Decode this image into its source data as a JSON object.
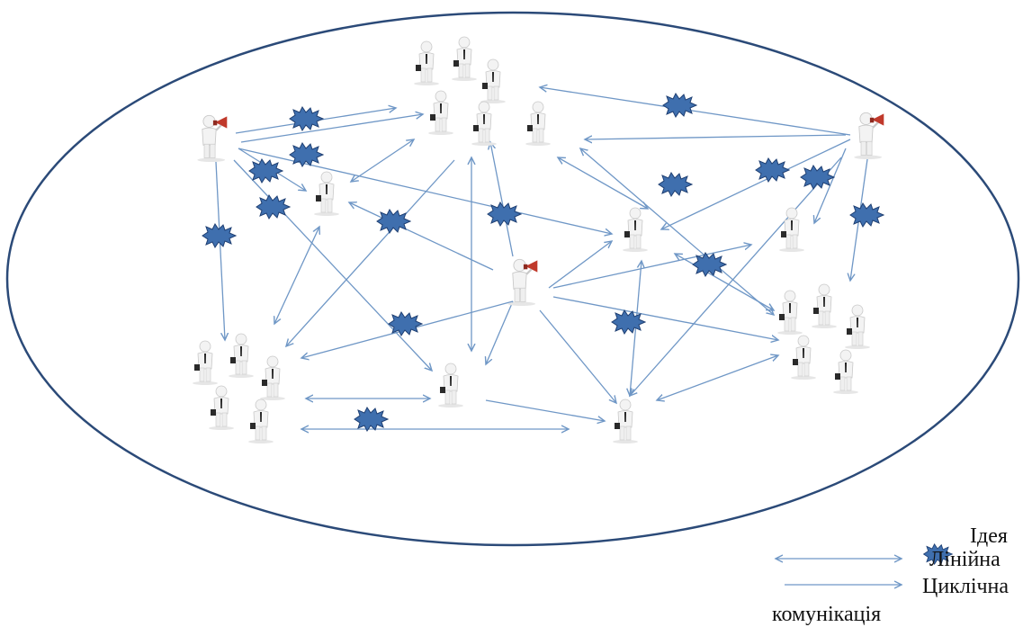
{
  "diagram": {
    "colors": {
      "ellipse": "#2b4a78",
      "arrow": "#6f97c6",
      "idea": "#3f6fae",
      "idea_stroke": "#1f3f72",
      "person": "#f3f3f3",
      "person_shade": "#cfcfcf",
      "megaphone": "#c0392b",
      "briefcase": "#2a2a2a"
    },
    "legend": {
      "idea_label": "Ідея",
      "linear_label": "Лінійна",
      "cyclic_label": "Циклічна",
      "communication_label": "комунікація"
    }
  }
}
